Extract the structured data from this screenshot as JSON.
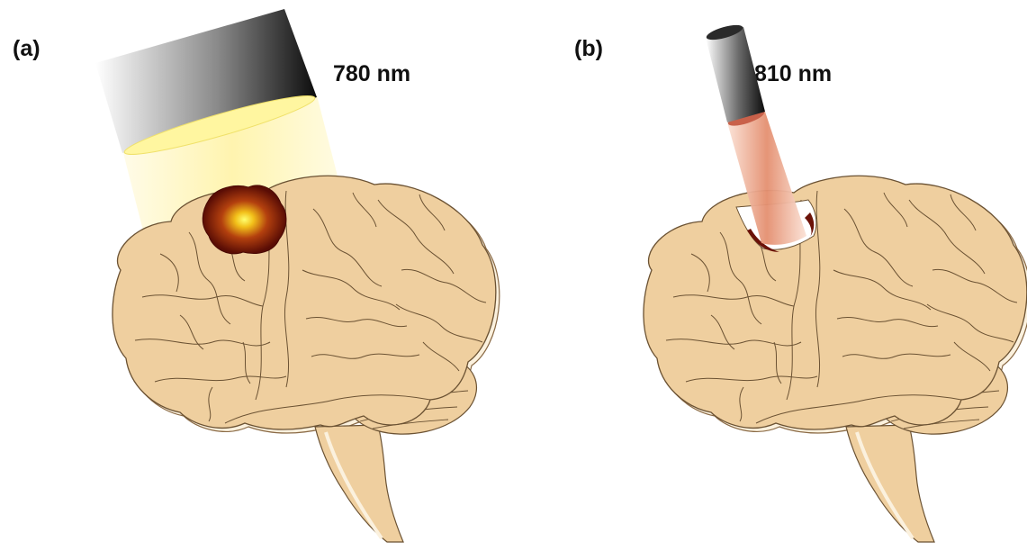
{
  "panels": [
    {
      "label": "(a)",
      "wavelength": "780 nm"
    },
    {
      "label": "(b)",
      "wavelength": "810 nm"
    }
  ],
  "colors": {
    "brain_fill": "#efcf9f",
    "brain_outline": "#6b5233",
    "brain_highlight": "#fbf1de",
    "light_beam": "#fff6b8",
    "lesion_dark": "#6b1208",
    "lesion_core": "#ffff40",
    "fiber_glow": "#e9a083",
    "source_dark": "#0c0c0c"
  },
  "icons": [
    "brain-icon",
    "light-source-icon",
    "optical-fiber-icon",
    "lesion-icon"
  ]
}
